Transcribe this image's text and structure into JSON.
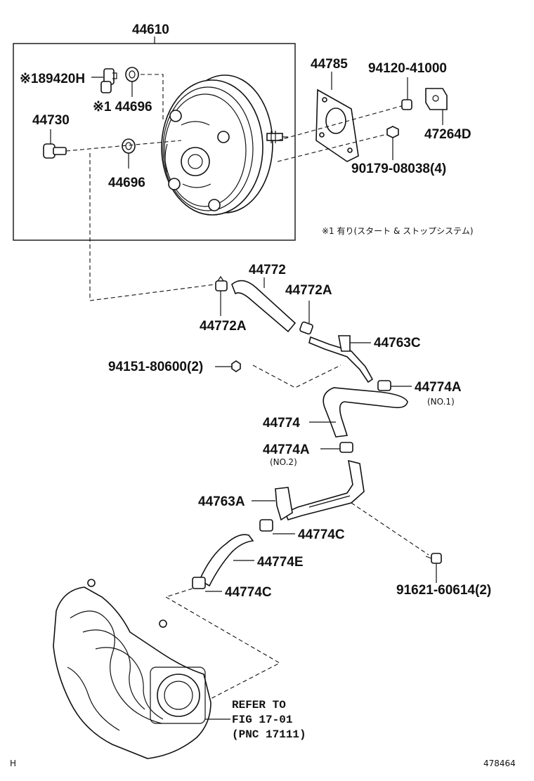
{
  "parts": {
    "p44610": "44610",
    "p89420H": "※189420H",
    "p44696_1": "※1 44696",
    "p44730": "44730",
    "p44696_2": "44696",
    "p44785": "44785",
    "p94120": "94120-41000",
    "p47264D": "47264D",
    "p90179": "90179-08038(4)",
    "p44772": "44772",
    "p44772A_1": "44772A",
    "p44772A_2": "44772A",
    "p44763C": "44763C",
    "p94151": "94151-80600(2)",
    "p44774A_1": "44774A",
    "p44774A_1_sub": "(NO.1)",
    "p44774": "44774",
    "p44774A_2": "44774A",
    "p44774A_2_sub": "(NO.2)",
    "p44763A": "44763A",
    "p44774C_1": "44774C",
    "p44774E": "44774E",
    "p91621": "91621-60614(2)",
    "p44774C_2": "44774C"
  },
  "note": "※1 有り(スタート & ストップシステム)",
  "refer": {
    "line1": "REFER TO",
    "line2": "FIG 17-01",
    "line3": "(PNC 17111)"
  },
  "footer": {
    "left": "H",
    "right": "478464"
  }
}
